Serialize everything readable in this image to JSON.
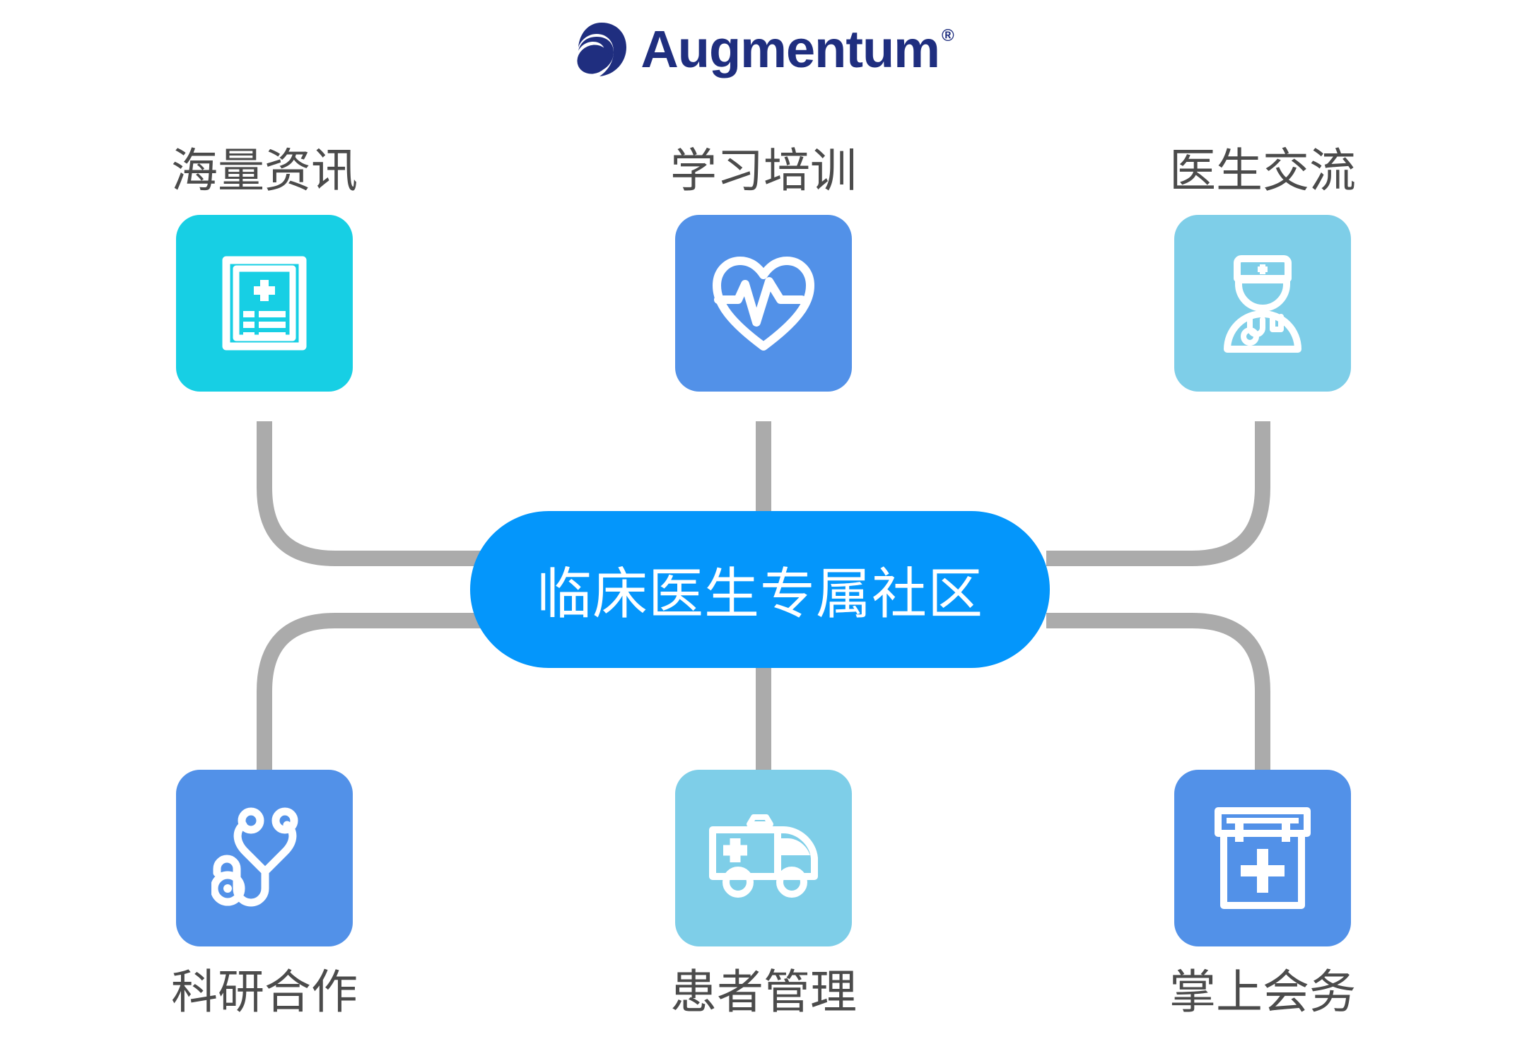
{
  "brand": {
    "name": "Augmentum",
    "registered_symbol": "®",
    "logo_color": "#1F2E7F",
    "mark_icon": "spiral-swirl-icon"
  },
  "center": {
    "label": "临床医生专属社区",
    "color": "#0496FB",
    "text_color": "#FFFFFF"
  },
  "connector": {
    "color": "#ABABAB",
    "width": 22
  },
  "label_color": "#4B4B4B",
  "background": "#FFFFFF",
  "nodes": [
    {
      "id": "mass-information",
      "label": "海量资讯",
      "icon": "medical-record-document-icon",
      "tile_color": "#17CFE4",
      "position": "top-left"
    },
    {
      "id": "learning-training",
      "label": "学习培训",
      "icon": "heart-pulse-icon",
      "tile_color": "#5291E8",
      "position": "top-center"
    },
    {
      "id": "doctor-exchange",
      "label": "医生交流",
      "icon": "doctor-stethoscope-person-icon",
      "tile_color": "#7ECEE8",
      "position": "top-right"
    },
    {
      "id": "research-cooperation",
      "label": "科研合作",
      "icon": "stethoscope-icon",
      "tile_color": "#5291E8",
      "position": "bottom-left"
    },
    {
      "id": "patient-management",
      "label": "患者管理",
      "icon": "ambulance-icon",
      "tile_color": "#7ECEE8",
      "position": "bottom-center"
    },
    {
      "id": "mobile-conference",
      "label": "掌上会务",
      "icon": "medical-calendar-icon",
      "tile_color": "#5291E8",
      "position": "bottom-right"
    }
  ]
}
